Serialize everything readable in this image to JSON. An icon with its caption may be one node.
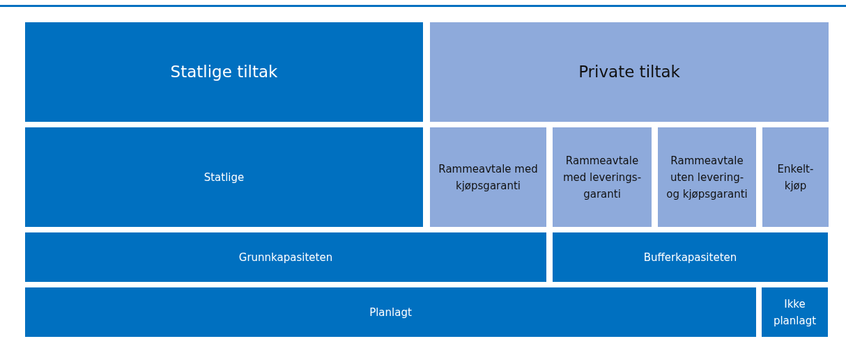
{
  "diagram": {
    "nodes": [
      {
        "text": [
          "Statlige tiltak"
        ]
      },
      {
        "text": [
          "Private tiltak"
        ]
      },
      {
        "text": [
          "Statlige"
        ]
      },
      {
        "text": [
          "Rammeavtale med kjøpsgaranti"
        ]
      },
      {
        "text": [
          "Rammeavtale med leverings-garanti"
        ]
      },
      {
        "text": [
          "Rammeavtale uten levering- og kjøpsgaranti"
        ]
      },
      {
        "text": [
          "Enkelt-kjøp"
        ]
      },
      {
        "text": [
          "Grunnkapasiteten"
        ]
      },
      {
        "text": [
          "Bufferkapasiteten"
        ]
      },
      {
        "text": [
          "Planlagt"
        ]
      },
      {
        "text": [
          "Ikke planlagt"
        ]
      }
    ]
  }
}
